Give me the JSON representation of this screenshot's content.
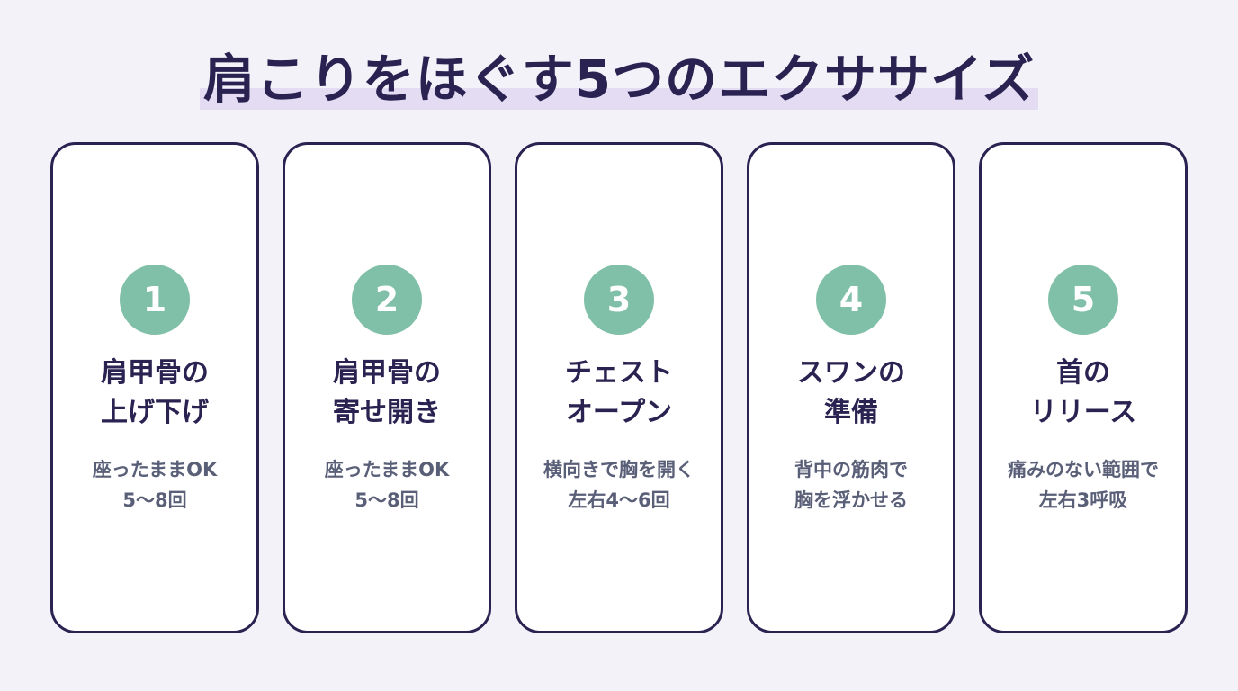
{
  "title": "肩こりをほぐす5つのエクササイズ",
  "colors": {
    "background": "#f4f2f9",
    "ink": "#2a2250",
    "accent": "#80bfa8",
    "highlight": "#e3dcf3",
    "muted": "#5a5f78"
  },
  "cards": [
    {
      "number": "1",
      "title_line1": "肩甲骨の",
      "title_line2": "上げ下げ",
      "desc_line1": "座ったままOK",
      "desc_line2": "5〜8回"
    },
    {
      "number": "2",
      "title_line1": "肩甲骨の",
      "title_line2": "寄せ開き",
      "desc_line1": "座ったままOK",
      "desc_line2": "5〜8回"
    },
    {
      "number": "3",
      "title_line1": "チェスト",
      "title_line2": "オープン",
      "desc_line1": "横向きで胸を開く",
      "desc_line2": "左右4〜6回"
    },
    {
      "number": "4",
      "title_line1": "スワンの",
      "title_line2": "準備",
      "desc_line1": "背中の筋肉で",
      "desc_line2": "胸を浮かせる"
    },
    {
      "number": "5",
      "title_line1": "首の",
      "title_line2": "リリース",
      "desc_line1": "痛みのない範囲で",
      "desc_line2": "左右3呼吸"
    }
  ]
}
